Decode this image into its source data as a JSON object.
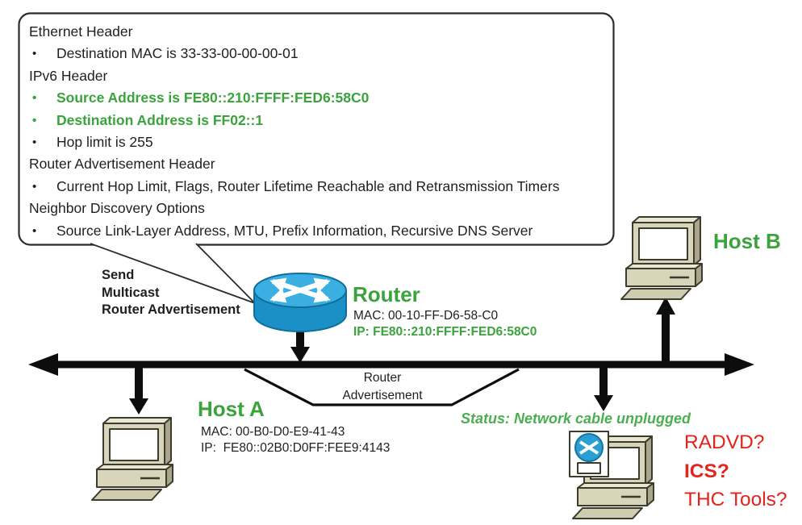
{
  "colors": {
    "green_label": "#3aa33c",
    "green_status": "#4cae52",
    "red_question": "#e3231c",
    "router_blue_top": "#3bafe1",
    "router_blue_body": "#1b90c6",
    "computer_beige": "#d8d5ba",
    "line_black": "#0d0d0d"
  },
  "callout": {
    "bullet": "•",
    "lines": [
      {
        "text": "Ethernet Header",
        "bullet": false,
        "style": "black"
      },
      {
        "text": "Destination MAC is 33-33-00-00-00-01",
        "bullet": true,
        "style": "black"
      },
      {
        "text": "IPv6 Header",
        "bullet": false,
        "style": "black"
      },
      {
        "text": "Source Address is FE80::210:FFFF:FED6:58C0",
        "bullet": true,
        "style": "green"
      },
      {
        "text": "Destination Address is FF02::1",
        "bullet": true,
        "style": "green"
      },
      {
        "text": "Hop limit is 255",
        "bullet": true,
        "style": "black"
      },
      {
        "text": "Router Advertisement Header",
        "bullet": false,
        "style": "black"
      },
      {
        "text": "Current Hop Limit, Flags, Router Lifetime Reachable and Retransmission Timers",
        "bullet": true,
        "style": "black"
      },
      {
        "text": "Neighbor Discovery Options",
        "bullet": false,
        "style": "black"
      },
      {
        "text": "Source Link-Layer Address, MTU, Prefix Information, Recursive DNS Server",
        "bullet": true,
        "style": "black"
      }
    ]
  },
  "router": {
    "label": "Router",
    "mac": "MAC: 00-10-FF-D6-58-C0",
    "ip": "IP: FE80::210:FFFF:FED6:58C0",
    "send_note": [
      "Send",
      "Multicast",
      "Router Advertisement"
    ]
  },
  "bus": {
    "ra_label": [
      "Router",
      "Advertisement"
    ]
  },
  "host_a": {
    "label": "Host A",
    "mac": "MAC: 00-B0-D0-E9-41-43",
    "ip": "IP:  FE80::02B0:D0FF:FEE9:4143"
  },
  "host_b": {
    "label": "Host B"
  },
  "unplugged": {
    "status": "Status: Network cable unplugged",
    "questions": [
      {
        "text": "RADVD?",
        "emphasis": false
      },
      {
        "text": "ICS?",
        "emphasis": true
      },
      {
        "text": "THC Tools?",
        "emphasis": false
      }
    ]
  }
}
